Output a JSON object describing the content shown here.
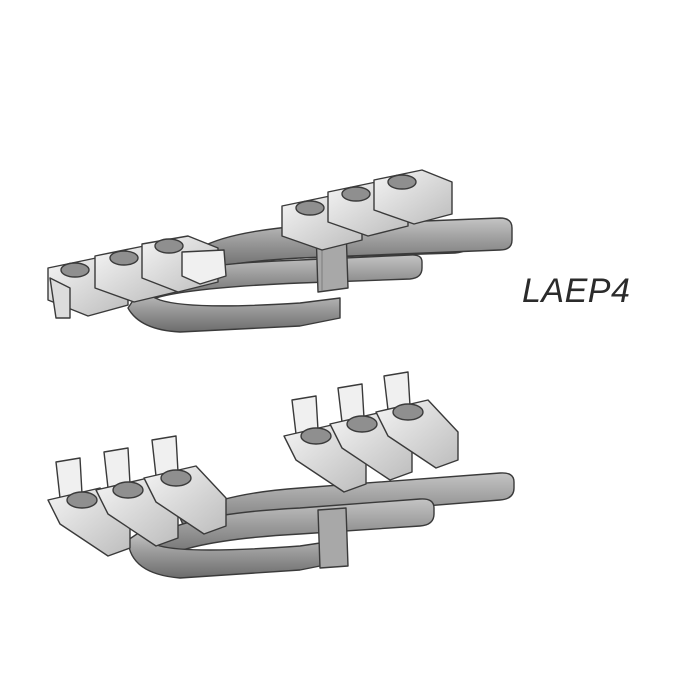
{
  "product": {
    "reference": "LAEP4"
  },
  "colors": {
    "cable": "#9b9b9b",
    "cable_dark": "#6f6f6f",
    "cable_light": "#c8c8c8",
    "metal": "#e6e6e6",
    "metal_shade": "#bdbdbd",
    "outline": "#3a3a3a",
    "label": "#2b2b2b"
  },
  "icons": [
    "busbar-kit-assembled-illustration",
    "busbar-kit-exploded-illustration"
  ]
}
